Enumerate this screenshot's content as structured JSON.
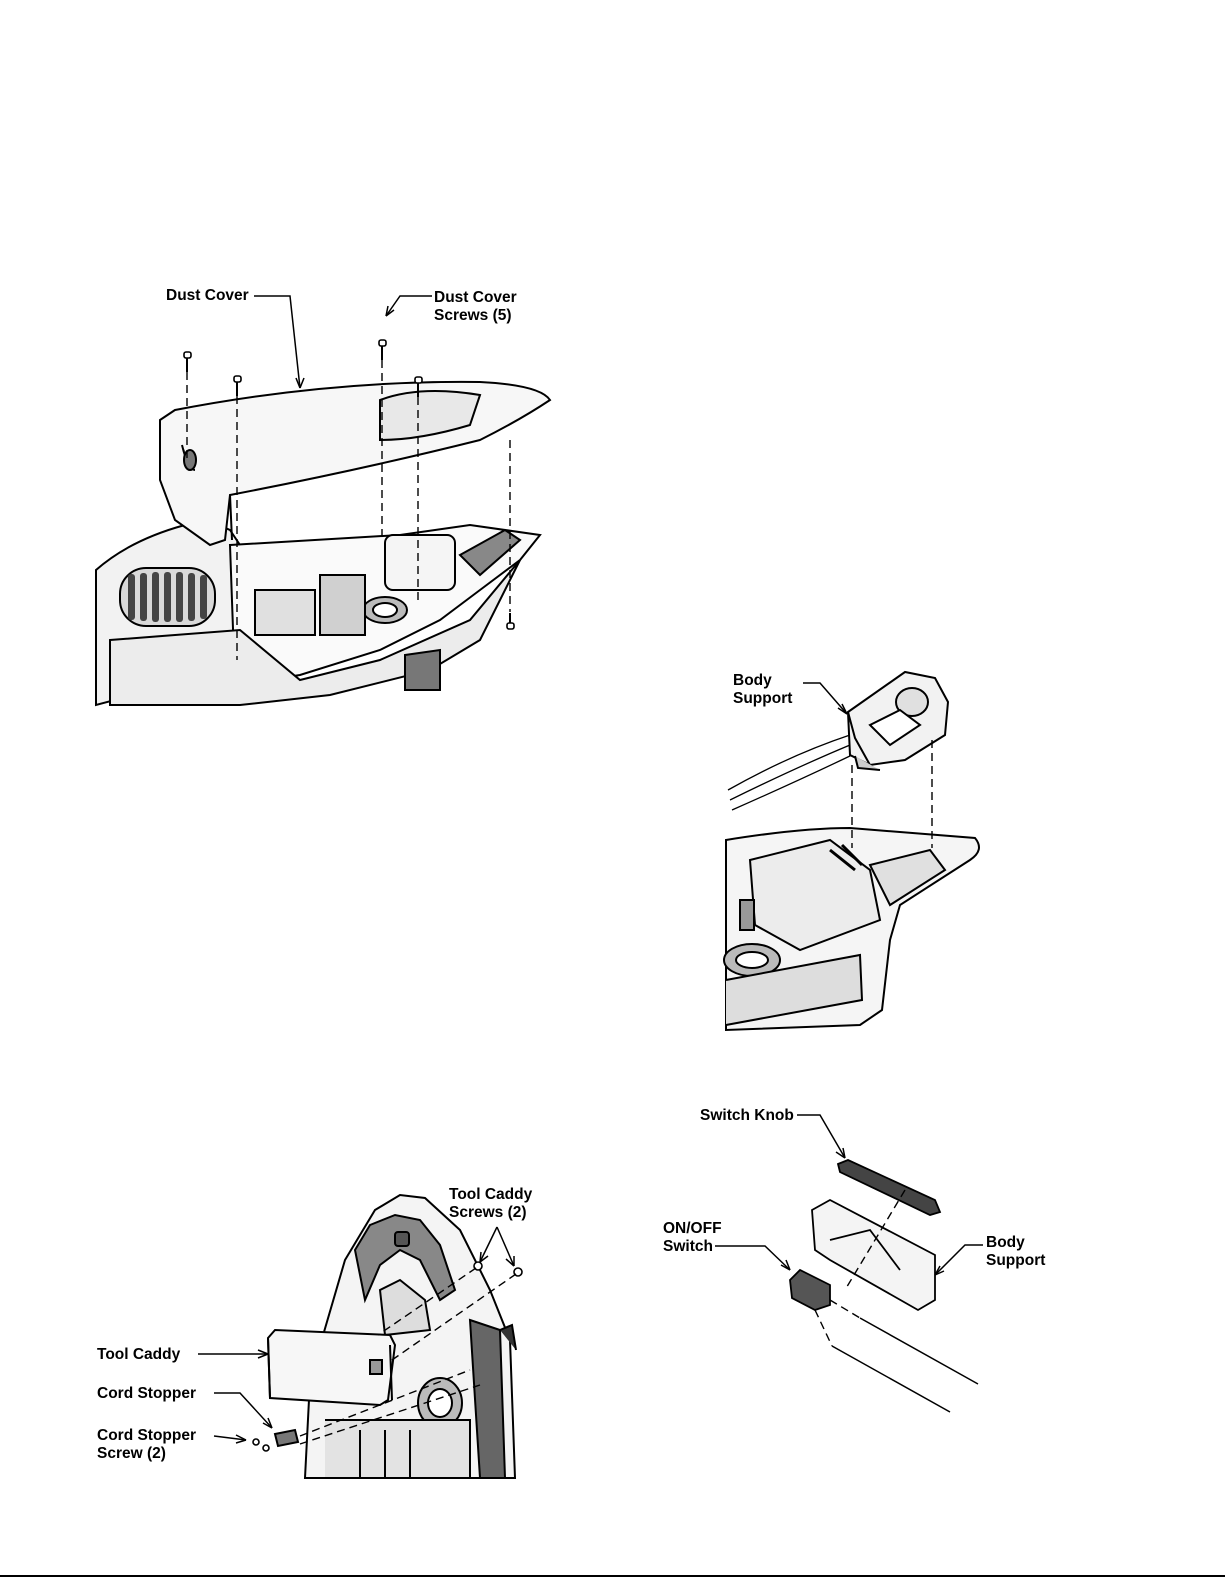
{
  "figures": {
    "dust_cover": {
      "labels": {
        "dust_cover": "Dust Cover",
        "dust_cover_screws_line1": "Dust Cover",
        "dust_cover_screws_line2": "Screws (5)"
      }
    },
    "body_support": {
      "labels": {
        "body_support_line1": "Body",
        "body_support_line2": "Support"
      }
    },
    "switch": {
      "labels": {
        "switch_knob": "Switch Knob",
        "on_off_switch_line1": "ON/OFF",
        "on_off_switch_line2": "Switch",
        "body_support_line1": "Body",
        "body_support_line2": "Support"
      }
    },
    "tool_caddy": {
      "labels": {
        "tool_caddy_screws_line1": "Tool Caddy",
        "tool_caddy_screws_line2": "Screws (2)",
        "tool_caddy": "Tool Caddy",
        "cord_stopper": "Cord Stopper",
        "cord_stopper_screw_line1": "Cord Stopper",
        "cord_stopper_screw_line2": "Screw (2)"
      }
    }
  },
  "colors": {
    "ink": "#000000",
    "shade": "#e6e6e6",
    "dark": "#444444"
  }
}
